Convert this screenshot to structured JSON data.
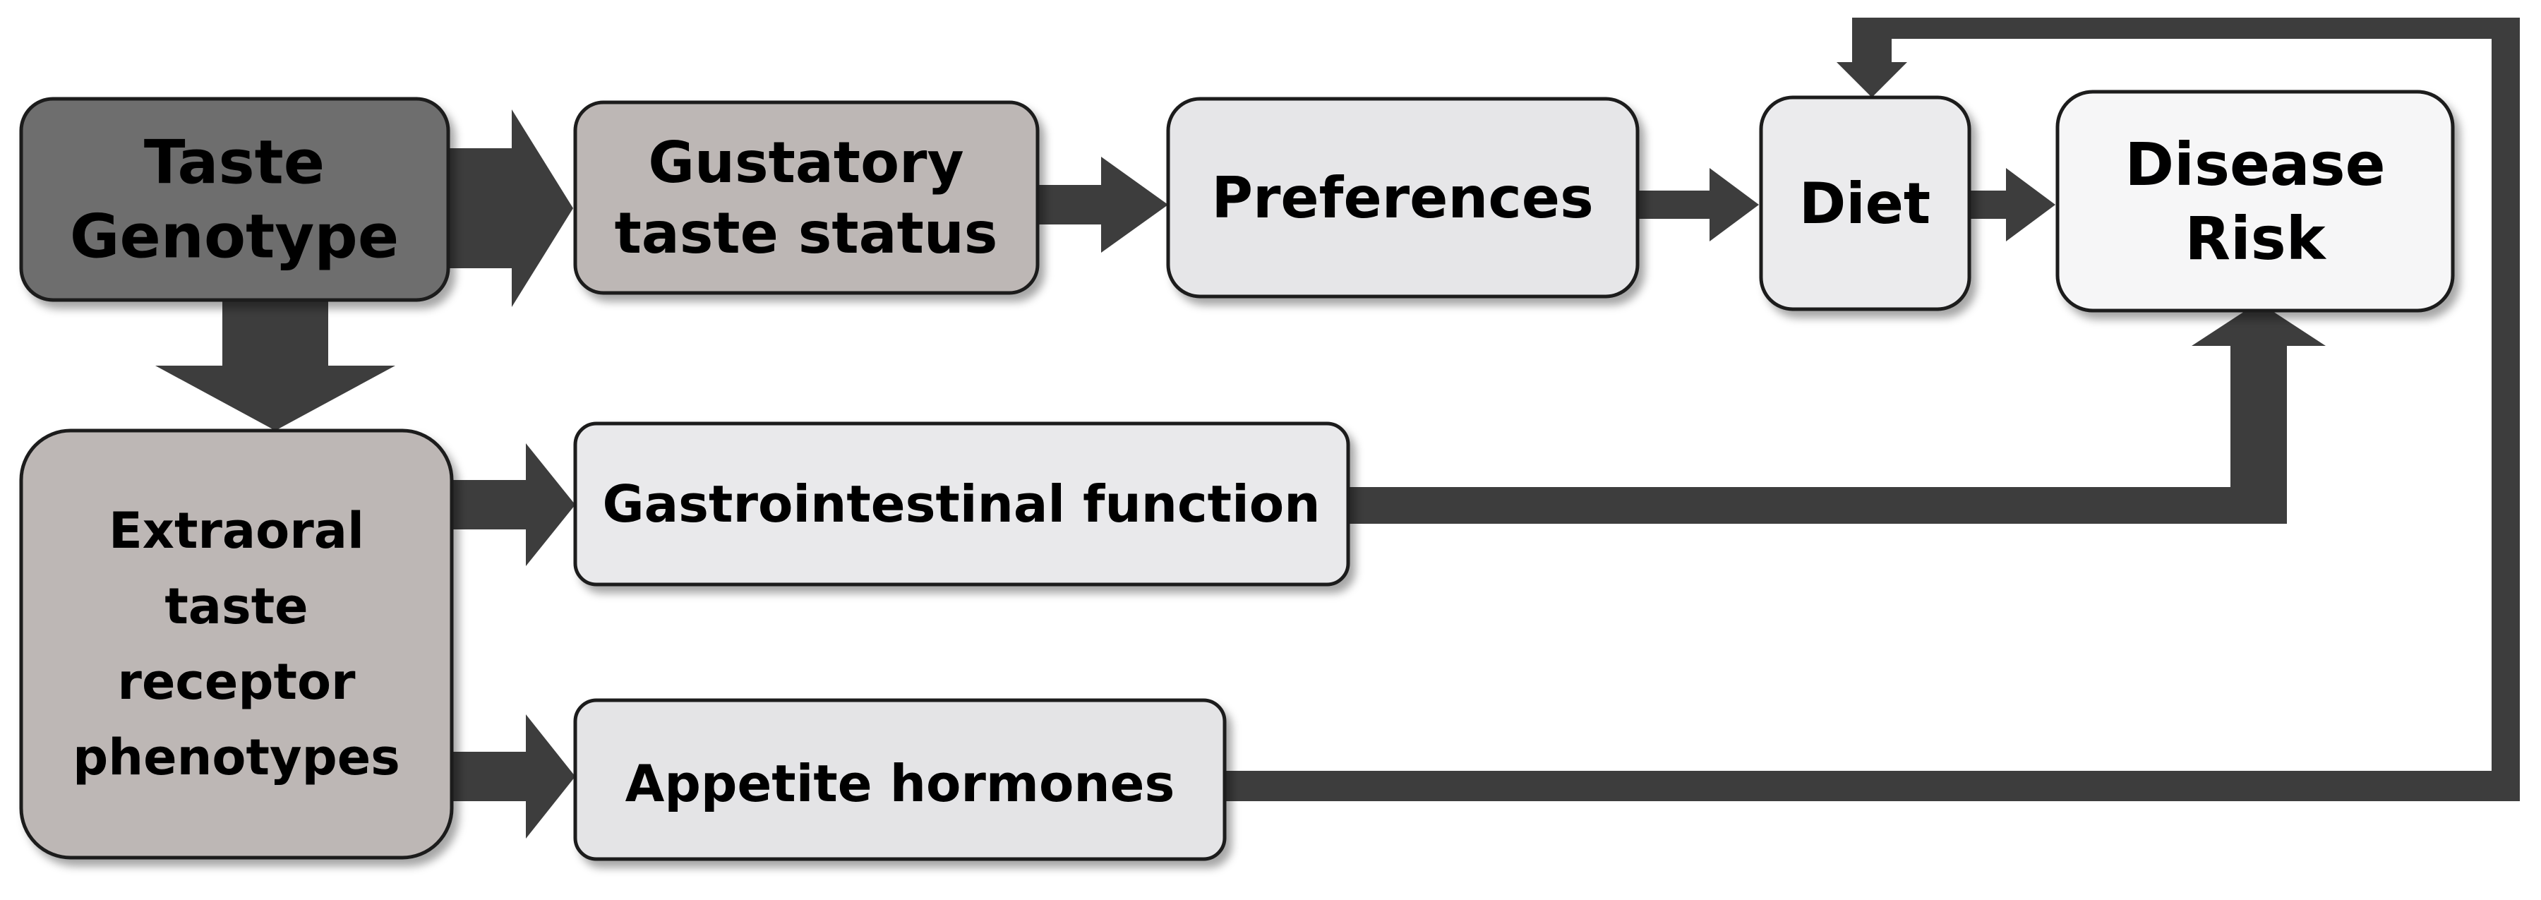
{
  "nodes": {
    "taste_genotype": {
      "lines": [
        "Taste",
        "Genotype"
      ],
      "fill": "#6e6e6e"
    },
    "gustatory": {
      "lines": [
        "Gustatory",
        "taste status"
      ],
      "fill": "#bdb7b5"
    },
    "preferences": {
      "lines": [
        "Preferences"
      ],
      "fill": "#e6e6e8"
    },
    "diet": {
      "lines": [
        "Diet"
      ],
      "fill": "#ebebed"
    },
    "disease_risk": {
      "lines": [
        "Disease",
        "Risk"
      ],
      "fill": "#f6f6f7"
    },
    "extraoral": {
      "lines": [
        "Extraoral",
        "taste",
        "receptor",
        "phenotypes"
      ],
      "fill": "#bdb7b5"
    },
    "gastrointestinal": {
      "lines": [
        "Gastrointestinal function"
      ],
      "fill": "#e9e9eb"
    },
    "appetite": {
      "lines": [
        "Appetite hormones"
      ],
      "fill": "#e4e4e6"
    }
  },
  "colors": {
    "arrow": "#3d3d3d",
    "box_stroke": "#1a1a1a"
  }
}
